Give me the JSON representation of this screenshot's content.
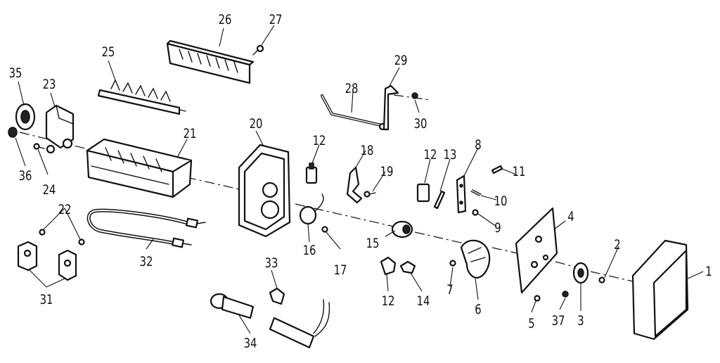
{
  "callouts": {
    "c1": "1",
    "c2": "2",
    "c3": "3",
    "c4": "4",
    "c5": "5",
    "c6": "6",
    "c7": "7",
    "c8": "8",
    "c9": "9",
    "c10": "10",
    "c11": "11",
    "c12a": "12",
    "c12b": "12",
    "c12c": "12",
    "c13": "13",
    "c14": "14",
    "c15": "15",
    "c16": "16",
    "c17": "17",
    "c18": "18",
    "c19": "19",
    "c20": "20",
    "c21": "21",
    "c22": "22",
    "c23": "23",
    "c24": "24",
    "c25": "25",
    "c26": "26",
    "c27": "27",
    "c28": "28",
    "c29": "29",
    "c30": "30",
    "c31": "31",
    "c32": "32",
    "c33": "33",
    "c34": "34",
    "c35": "35",
    "c36": "36",
    "c37": "37"
  },
  "colors": {
    "ink": "#111111",
    "paper": "#ffffff"
  }
}
